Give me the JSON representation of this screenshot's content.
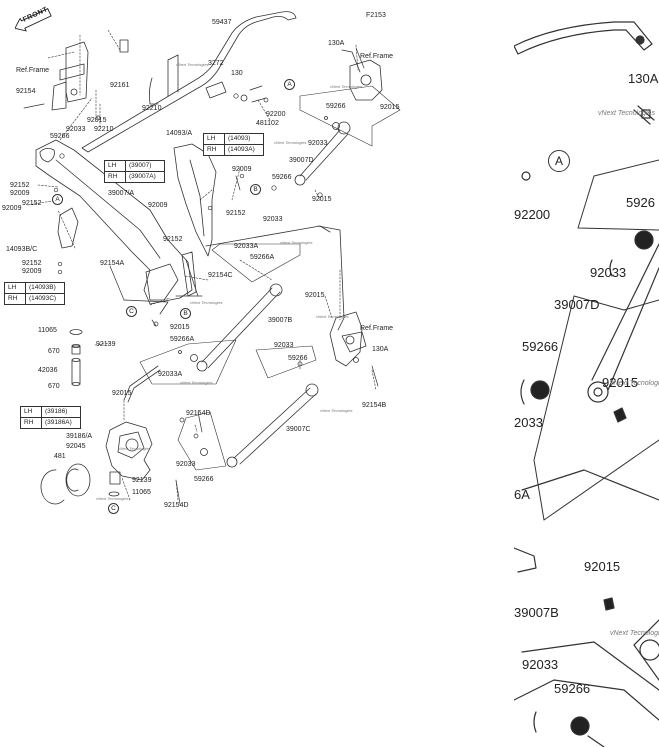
{
  "figure_code": "F2153",
  "front_label": "FRONT",
  "watermark": "vNext Tecnologies",
  "callouts": {
    "p59437": "59437",
    "p130a_top": "130A",
    "ref_frame_top": "Ref.Frame",
    "p92015_tr": "92015",
    "ref_frame_left": "Ref.Frame",
    "p92161": "92161",
    "p3272": "3272",
    "p130": "130",
    "p92154_left": "92154",
    "p92210_a": "92210",
    "p92200": "92200",
    "p92015_a": "92015",
    "p92210_b": "92210",
    "p481102": "481102",
    "p92033_a": "92033",
    "p59266_a": "59266",
    "p14093a": "14093/A",
    "p59266_b": "59266",
    "p92033_b": "92033",
    "p39007d": "39007D",
    "p92009_a": "92009",
    "p92152_a": "92152",
    "p92009_b": "92009",
    "p92152_b": "92152",
    "p39007a": "39007/A",
    "p92009_c": "92009",
    "p92009_d": "92009",
    "p59266_c": "59266",
    "p92033_c": "92033",
    "p92015_b": "92015",
    "p92152_c": "92152",
    "p14093bc": "14093B/C",
    "p92152_d": "92152",
    "p92152_e": "92152",
    "p92009_e": "92009",
    "p92033a_top": "92033A",
    "p59266a_top": "59266A",
    "p92154a": "92154A",
    "p92154c": "92154C",
    "p92015_c": "92015",
    "ref_frame_right": "Ref.Frame",
    "p11065_a": "11065",
    "p92015_d": "92015",
    "p670_a": "670",
    "p92139_a": "92139",
    "p59266a_mid": "59266A",
    "p39007b": "39007B",
    "p42036": "42036",
    "p92033a_mid": "92033A",
    "p92033_d": "92033",
    "p59266_d": "59266",
    "p130a_right": "130A",
    "p670_b": "670",
    "p92015_e": "92015",
    "p92154b": "92154B",
    "p92154d_a": "92154D",
    "p39186a": "39186/A",
    "p92045": "92045",
    "p481": "481",
    "p39007c": "39007C",
    "p92033_e": "92033",
    "p59266_e": "59266",
    "p92139_b": "92139",
    "p11065_b": "11065",
    "p92154d_b": "92154D"
  },
  "tables": {
    "t14093": [
      [
        "LH",
        "(14093)"
      ],
      [
        "RH",
        "(14093A)"
      ]
    ],
    "t39007": [
      [
        "LH",
        "(39007)"
      ],
      [
        "RH",
        "(39007A)"
      ]
    ],
    "t14093b": [
      [
        "LH",
        "(14093B)"
      ],
      [
        "RH",
        "(14093C)"
      ]
    ],
    "t39186": [
      [
        "LH",
        "(39186)"
      ],
      [
        "RH",
        "(39186A)"
      ]
    ]
  },
  "circle_markers": {
    "a1": "A",
    "a2": "A",
    "b1": "B",
    "b2": "B",
    "c1": "C",
    "c2": "C",
    "az": "A"
  },
  "zoom": {
    "p130a": "130A",
    "p92200": "92200",
    "p59266_a": "5926",
    "p92033_a": "92033",
    "p39007d": "39007D",
    "p59266_b": "59266",
    "p92015_a": "92015",
    "p92033_b": "2033",
    "p6a": "6A",
    "p92015_b": "92015",
    "p39007b": "39007B",
    "p92033_c": "92033",
    "p59266_c": "59266"
  }
}
